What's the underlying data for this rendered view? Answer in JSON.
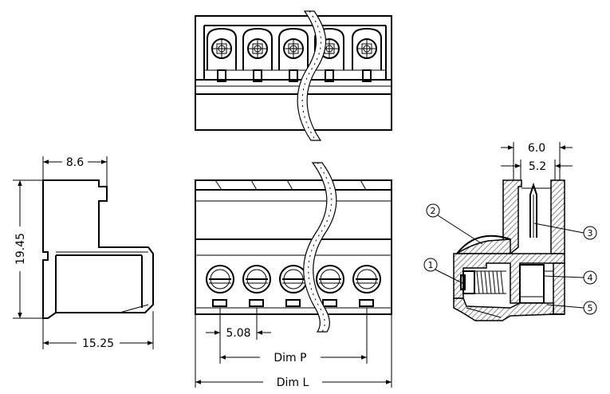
{
  "dimensions": {
    "width_side": "8.6",
    "height_side": "19.45",
    "depth_side": "15.25",
    "pitch": "5.08",
    "dim_p": "Dim  P",
    "dim_l": "Dim  L",
    "section_outer": "6.0",
    "section_inner": "5.2"
  },
  "callouts": [
    {
      "num": "1"
    },
    {
      "num": "2"
    },
    {
      "num": "3"
    },
    {
      "num": "4"
    },
    {
      "num": "5"
    }
  ],
  "colors": {
    "line": "#000000",
    "background": "#ffffff",
    "hatch": "#555555"
  }
}
